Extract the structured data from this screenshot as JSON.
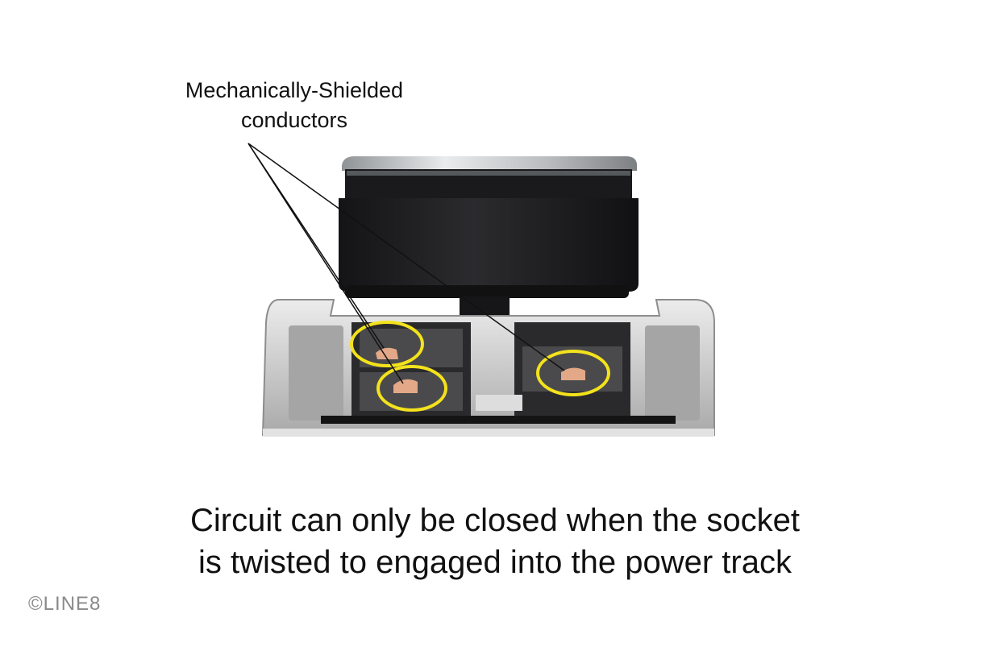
{
  "callout": {
    "line1": "Mechanically-Shielded",
    "line2": "conductors"
  },
  "caption": {
    "line1": "Circuit can only be closed when the socket",
    "line2": "is twisted to engaged into the power track"
  },
  "copyright": "©LINE8",
  "colors": {
    "highlight_ring": "#f3e21c",
    "socket_body": "#1d1d1f",
    "track_frame": "#c9c9c9",
    "conductor": "#e2a887"
  }
}
